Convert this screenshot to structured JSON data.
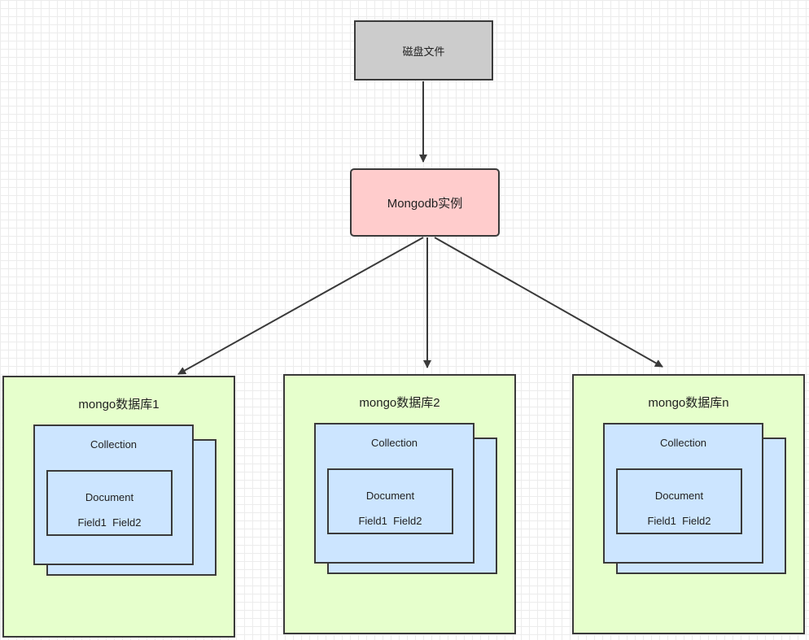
{
  "disk": {
    "label": "磁盘文件"
  },
  "instance": {
    "label": "Mongodb实例"
  },
  "databases": [
    {
      "title": "mongo数据库1",
      "collection": "Collection",
      "document": "Document",
      "fields": "Field1  Field2"
    },
    {
      "title": "mongo数据库2",
      "collection": "Collection",
      "document": "Document",
      "fields": "Field1  Field2"
    },
    {
      "title": "mongo数据库n",
      "collection": "Collection",
      "document": "Document",
      "fields": "Field1  Field2"
    }
  ],
  "colors": {
    "disk": "#cccccc",
    "instance": "#ffcccc",
    "database": "#e6ffcc",
    "collection": "#cce5ff",
    "stroke": "#3a3a3a"
  }
}
